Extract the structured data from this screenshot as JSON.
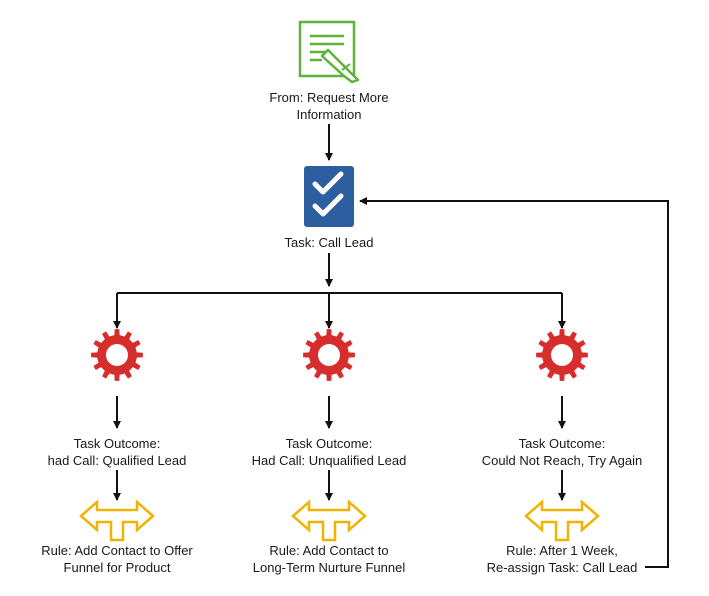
{
  "colors": {
    "form_icon": "#5cb33a",
    "task_icon_bg": "#2d5fa0",
    "gear": "#d62d2d",
    "rule_arrow": "#f0b400",
    "connector": "#111111"
  },
  "nodes": {
    "form": {
      "icon": "form-pencil-icon",
      "line1": "From: Request More",
      "line2": "Information"
    },
    "task": {
      "icon": "double-check-icon",
      "label": "Task: Call Lead"
    },
    "branches": [
      {
        "outcome_icon": "gear-icon",
        "outcome_line1": "Task Outcome:",
        "outcome_line2": "had Call: Qualified Lead",
        "rule_icon": "split-arrow-icon",
        "rule_line1": "Rule: Add Contact to Offer",
        "rule_line2": "Funnel for Product"
      },
      {
        "outcome_icon": "gear-icon",
        "outcome_line1": "Task Outcome:",
        "outcome_line2": "Had Call: Unqualified Lead",
        "rule_icon": "split-arrow-icon",
        "rule_line1": "Rule: Add Contact to",
        "rule_line2": "Long-Term Nurture Funnel"
      },
      {
        "outcome_icon": "gear-icon",
        "outcome_line1": "Task Outcome:",
        "outcome_line2": "Could Not Reach, Try Again",
        "rule_icon": "split-arrow-icon",
        "rule_line1": "Rule: After 1 Week,",
        "rule_line2": "Re-assign Task: Call Lead"
      }
    ]
  }
}
